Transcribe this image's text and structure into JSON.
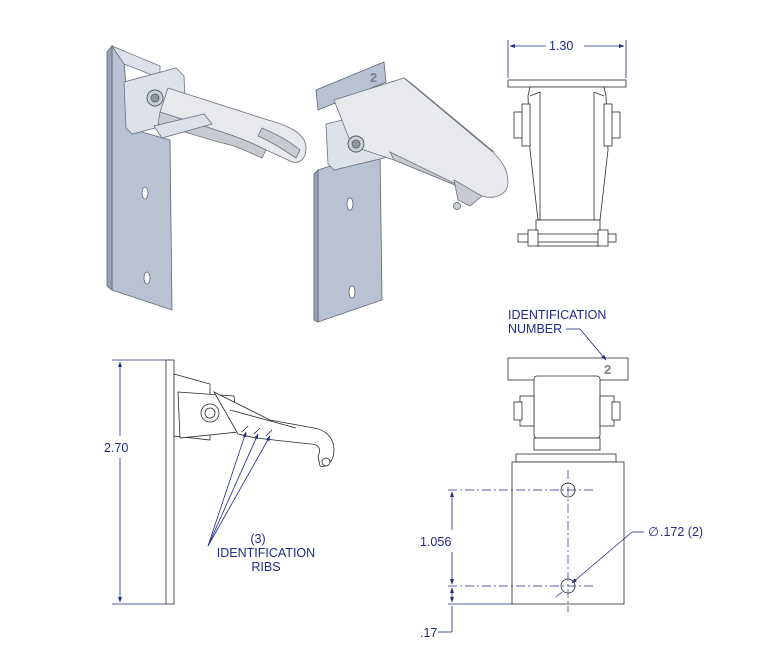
{
  "labels": {
    "width_top": "1.30",
    "height_left": "2.70",
    "hole_spacing": "1.056",
    "hole_offset": ".17",
    "hole_diameter": ".172 (2)",
    "diameter_symbol": "∅",
    "ribs_count": "(3)",
    "ribs_line1": "IDENTIFICATION",
    "ribs_line2": "RIBS",
    "idnum_line1": "IDENTIFICATION",
    "idnum_line2": "NUMBER",
    "part_number_iso": "2",
    "part_number_front": "2"
  },
  "colors": {
    "dimension": "#1f2a8a",
    "outline": "#2b2b2b",
    "metal": "#b9c2d2"
  }
}
